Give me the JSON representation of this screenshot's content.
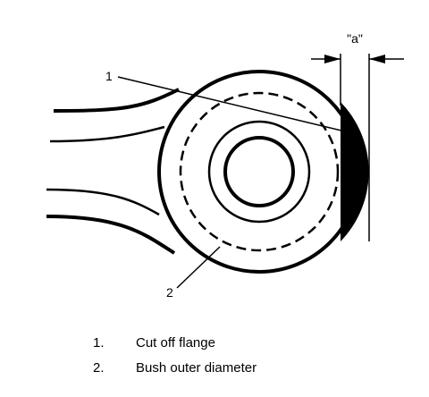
{
  "diagram": {
    "dimension_label": "\"a\"",
    "callouts": [
      "1",
      "2"
    ]
  },
  "legend": [
    {
      "number": "1.",
      "text": "Cut off flange"
    },
    {
      "number": "2.",
      "text": "Bush outer diameter"
    }
  ]
}
